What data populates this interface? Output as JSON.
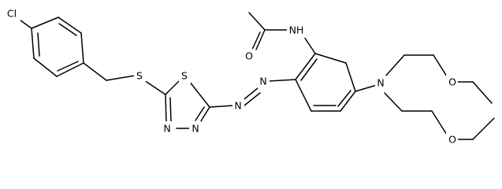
{
  "atom_labels": {
    "cl": "Cl",
    "s_thioether": "S",
    "s_ring": "S",
    "n_ring_a": "N",
    "n_ring_b": "N",
    "n_azo_a": "N",
    "n_azo_b": "N",
    "nh": "NH",
    "o_carbonyl": "O",
    "n_amine": "N",
    "o_ether_top": "O",
    "o_ether_bottom": "O"
  },
  "colors": {
    "ink": "#000000",
    "background": "#ffffff"
  }
}
